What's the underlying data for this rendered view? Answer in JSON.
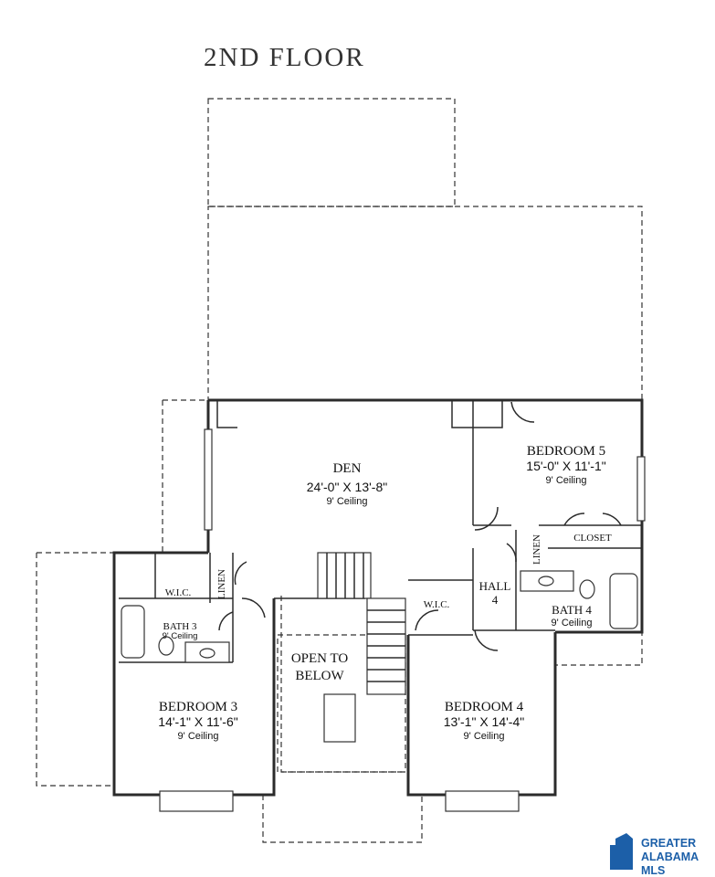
{
  "title": "2ND FLOOR",
  "rooms": {
    "den": {
      "name": "DEN",
      "dims": "24'-0\" X 13'-8\"",
      "ceiling": "9' Ceiling"
    },
    "bedroom5": {
      "name": "BEDROOM 5",
      "dims": "15'-0\" X 11'-1\"",
      "ceiling": "9' Ceiling"
    },
    "bedroom3": {
      "name": "BEDROOM 3",
      "dims": "14'-1\" X 11'-6\"",
      "ceiling": "9' Ceiling"
    },
    "bedroom4": {
      "name": "BEDROOM 4",
      "dims": "13'-1\" X 14'-4\"",
      "ceiling": "9' Ceiling"
    },
    "bath3": {
      "name": "BATH 3",
      "ceiling": "9' Ceiling"
    },
    "bath4": {
      "name": "BATH 4",
      "ceiling": "9' Ceiling"
    },
    "hall4": {
      "name": "HALL",
      "number": "4"
    },
    "wic_left": "W.I.C.",
    "wic_right": "W.I.C.",
    "linen_left": "LINEN",
    "linen_right": "LINEN",
    "closet": "CLOSET",
    "open_to_below": {
      "line1": "OPEN TO",
      "line2": "BELOW"
    }
  },
  "logo": {
    "line1": "GREATER",
    "line2": "ALABAMA",
    "line3": "MLS",
    "brand_color": "#1c5fa8"
  }
}
